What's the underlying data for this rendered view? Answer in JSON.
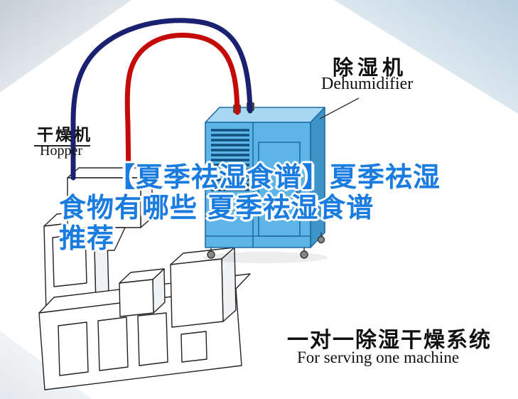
{
  "labels": {
    "dehumidifier": {
      "cn": "除湿机",
      "en": "Dehumidifier"
    },
    "hopper": {
      "cn": "干燥机",
      "en": "Hopper"
    },
    "caption": {
      "cn": "一对一除湿干燥系统",
      "en": "For serving one machine"
    }
  },
  "headline": {
    "line1": "【夏季祛湿食谱】夏季祛湿",
    "line2": "食物有哪些 夏季祛湿食谱",
    "line3": "推荐",
    "style_color": "color:#1b7ce0"
  },
  "colors": {
    "headline_blue": "#1b7ce0",
    "pipe_red": "#c50a0a",
    "pipe_navy": "#1a2170",
    "machine_front": "#5cb5e6",
    "machine_top": "#a8d9f2",
    "machine_side": "#3d94c9",
    "machine_outline": "#1e6ba3",
    "vent_slat": "#0f4f7e"
  }
}
